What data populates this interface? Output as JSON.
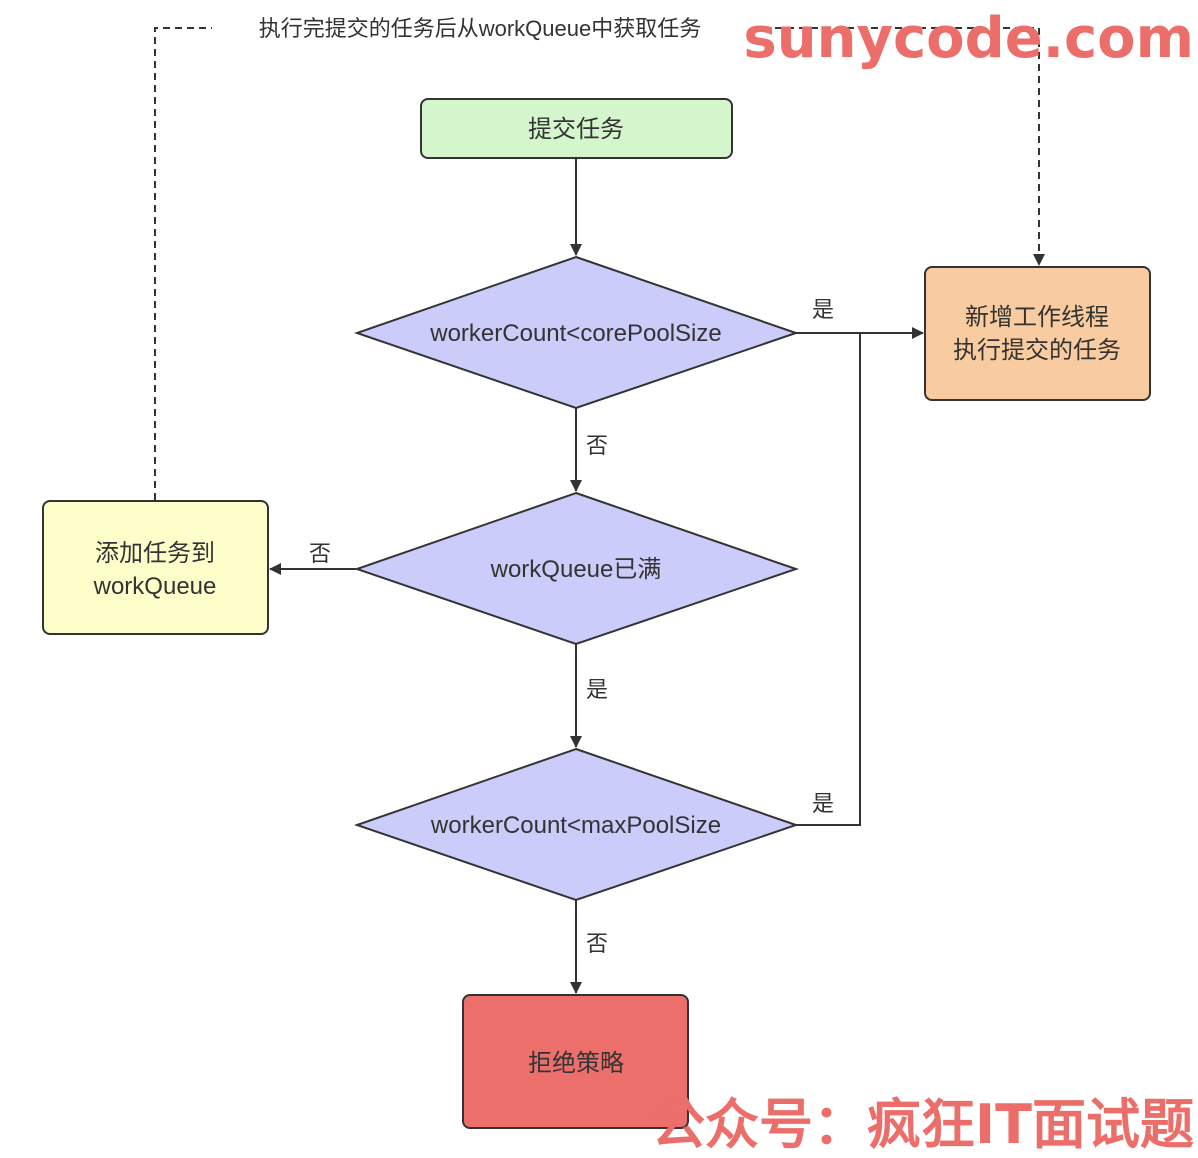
{
  "nodes": {
    "submit_task": {
      "label": "提交任务",
      "fill": "#d5f6cc",
      "stroke": "#333333"
    },
    "check_core": {
      "label": "workerCount<corePoolSize",
      "fill": "#ccccfa",
      "stroke": "#333333"
    },
    "check_queue": {
      "label": "workQueue已满",
      "fill": "#ccccfa",
      "stroke": "#333333"
    },
    "check_max": {
      "label": "workerCount<maxPoolSize",
      "fill": "#ccccfa",
      "stroke": "#333333"
    },
    "add_thread": {
      "line1": "新增工作线程",
      "line2": "执行提交的任务",
      "fill": "#f8cca0",
      "stroke": "#333333"
    },
    "add_queue": {
      "line1": "添加任务到",
      "line2": "workQueue",
      "fill": "#fefecb",
      "stroke": "#333333"
    },
    "reject": {
      "label": "拒绝策略",
      "fill": "#ec6f6c",
      "stroke": "#333333"
    }
  },
  "edges": {
    "core_yes": "是",
    "core_no": "否",
    "queue_no": "否",
    "queue_yes": "是",
    "max_yes": "是",
    "max_no": "否",
    "loop_label": "执行完提交的任务后从workQueue中获取任务"
  },
  "watermarks": {
    "site": "sunycode.com",
    "footer": "公众号：疯狂IT面试题",
    "color": "#ec6e6a"
  },
  "colors": {
    "line": "#333333",
    "background": "#ffffff"
  }
}
